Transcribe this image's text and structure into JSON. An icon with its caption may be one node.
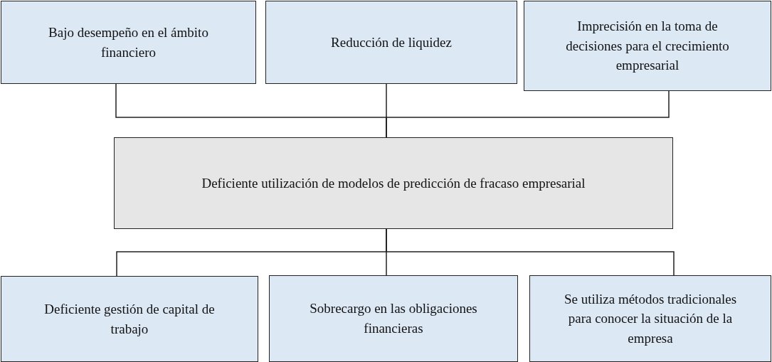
{
  "diagram": {
    "nodes": [
      {
        "text": [
          "Bajo desempeño en el ámbito financiero"
        ]
      },
      {
        "text": [
          "Reducción de liquidez"
        ]
      },
      {
        "text": [
          "Imprecisión en la toma de decisiones para el crecimiento empresarial"
        ]
      },
      {
        "text": [
          "Deficiente utilización de modelos de predicción de fracaso empresarial"
        ]
      },
      {
        "text": [
          "Deficiente gestión de capital de trabajo"
        ]
      },
      {
        "text": [
          "Sobrecargo en las obligaciones financieras"
        ]
      },
      {
        "text": [
          "Se utiliza métodos tradicionales para conocer la situación de la empresa"
        ]
      }
    ],
    "edges": [
      {
        "from": 3,
        "to": 0,
        "arrow": "none"
      },
      {
        "from": 3,
        "to": 1,
        "arrow": "none"
      },
      {
        "from": 3,
        "to": 2,
        "arrow": "none"
      },
      {
        "from": 3,
        "to": 4,
        "arrow": "none"
      },
      {
        "from": 3,
        "to": 5,
        "arrow": "none"
      },
      {
        "from": 3,
        "to": 6,
        "arrow": "none"
      }
    ]
  }
}
